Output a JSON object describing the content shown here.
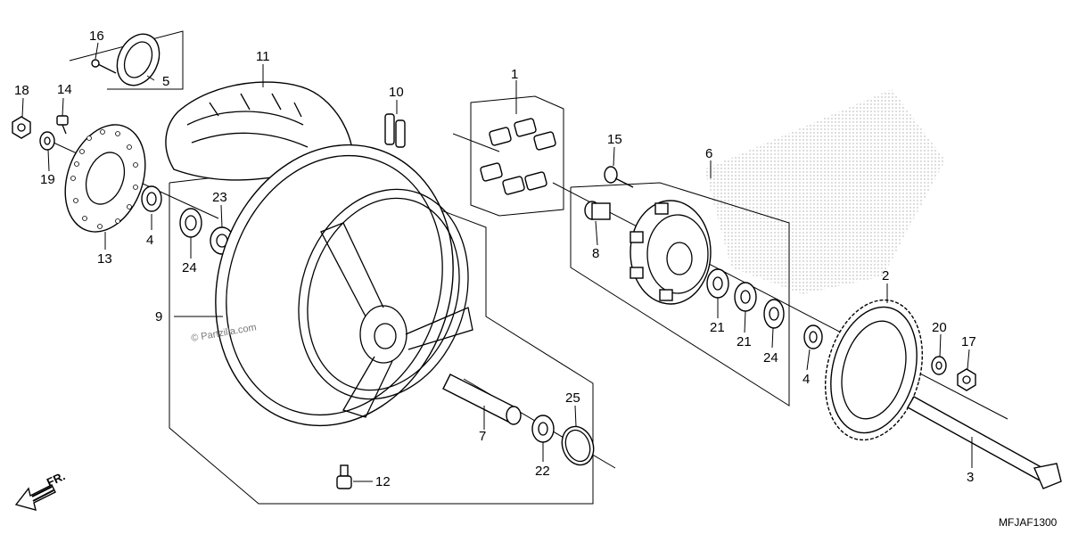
{
  "diagram_code": "MFJAF1300",
  "watermark": "© Partzilla.com",
  "direction_label": "FR.",
  "callouts": [
    {
      "id": "1",
      "label": "1"
    },
    {
      "id": "2",
      "label": "2"
    },
    {
      "id": "3",
      "label": "3"
    },
    {
      "id": "4a",
      "label": "4"
    },
    {
      "id": "4b",
      "label": "4"
    },
    {
      "id": "5",
      "label": "5"
    },
    {
      "id": "6",
      "label": "6"
    },
    {
      "id": "7",
      "label": "7"
    },
    {
      "id": "8",
      "label": "8"
    },
    {
      "id": "9",
      "label": "9"
    },
    {
      "id": "10",
      "label": "10"
    },
    {
      "id": "11",
      "label": "11"
    },
    {
      "id": "12",
      "label": "12"
    },
    {
      "id": "13",
      "label": "13"
    },
    {
      "id": "14",
      "label": "14"
    },
    {
      "id": "15",
      "label": "15"
    },
    {
      "id": "16",
      "label": "16"
    },
    {
      "id": "17",
      "label": "17"
    },
    {
      "id": "18",
      "label": "18"
    },
    {
      "id": "19",
      "label": "19"
    },
    {
      "id": "20",
      "label": "20"
    },
    {
      "id": "21a",
      "label": "21"
    },
    {
      "id": "21b",
      "label": "21"
    },
    {
      "id": "22",
      "label": "22"
    },
    {
      "id": "23",
      "label": "23"
    },
    {
      "id": "24a",
      "label": "24"
    },
    {
      "id": "24b",
      "label": "24"
    },
    {
      "id": "25",
      "label": "25"
    }
  ]
}
